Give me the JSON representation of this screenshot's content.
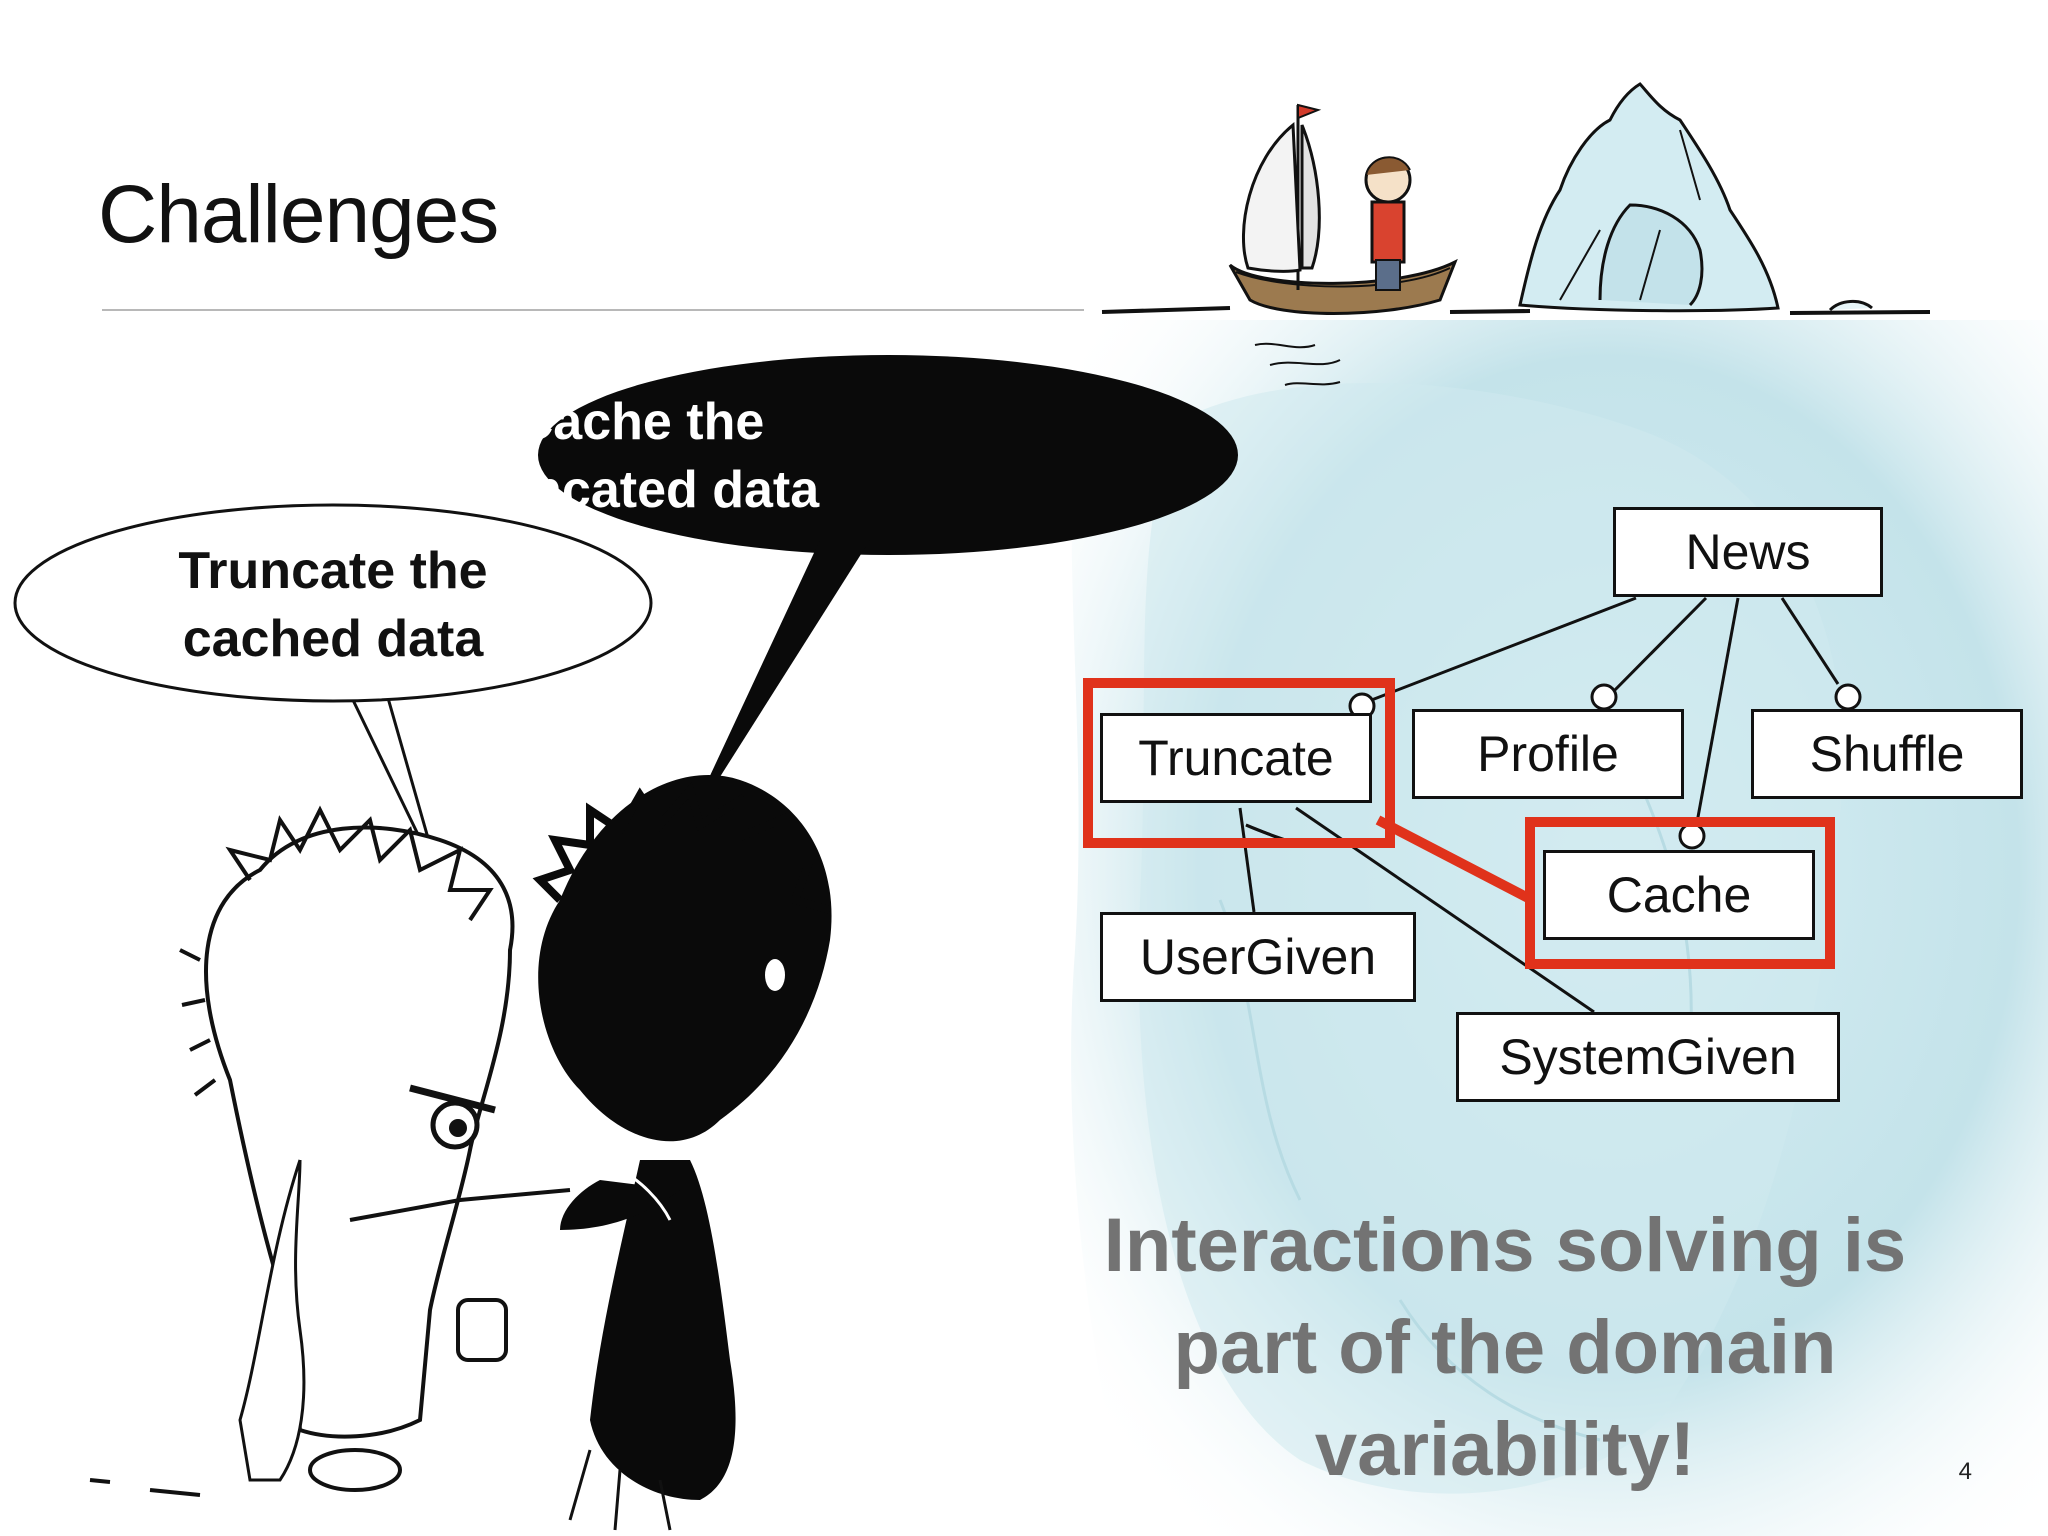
{
  "slide": {
    "title": "Challenges",
    "page_number": "4"
  },
  "bubbles": {
    "light": {
      "lines": [
        "Truncate the",
        "cached data"
      ]
    },
    "dark": {
      "lines": [
        "Cache the",
        "truncated data"
      ]
    }
  },
  "feature_model": {
    "root": "News",
    "features": {
      "truncate": "Truncate",
      "profile": "Profile",
      "shuffle": "Shuffle",
      "cache": "Cache",
      "user_given": "UserGiven",
      "system_given": "SystemGiven"
    },
    "highlighted": [
      "Truncate",
      "Cache"
    ],
    "highlight_color": "#e0321b"
  },
  "message": {
    "lines": [
      "Interactions solving is",
      "part of the domain",
      "variability!"
    ],
    "color": "#737373"
  }
}
